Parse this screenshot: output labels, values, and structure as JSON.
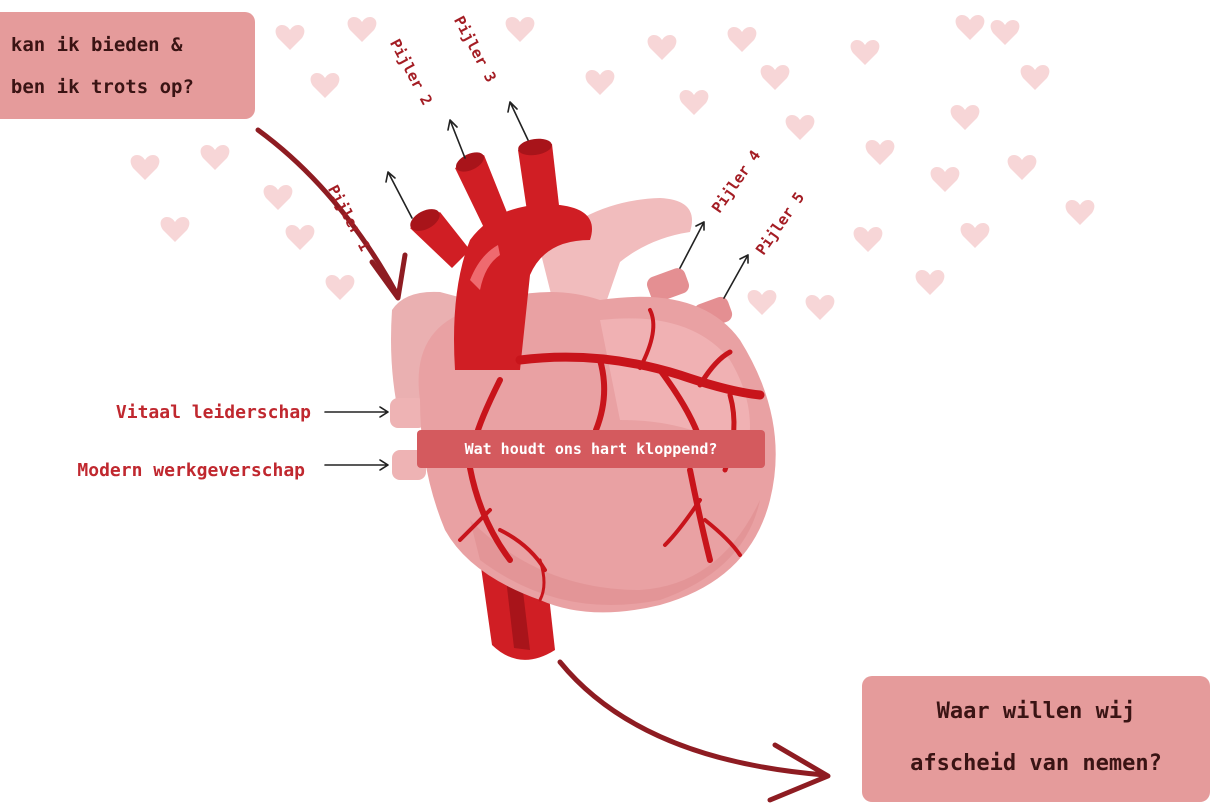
{
  "colors": {
    "artery": "#d01e24",
    "artery_dark": "#a8141a",
    "heart_pink": "#e9a1a3",
    "heart_light": "#f0b9b9",
    "box_bg": "#e59b9b",
    "label_red": "#c0282f",
    "curve_arrow": "#8e1c22",
    "heart_bg_icon": "#f7d6d7"
  },
  "top_left_box": {
    "line1": "t kan ik bieden &",
    "line2": "r ben ik trots op?"
  },
  "center_label": "Wat houdt ons hart kloppend?",
  "left_labels": {
    "vital": "Vitaal leiderschap",
    "modern": "Modern werkgeverschap"
  },
  "pillars": [
    "Pijler 1",
    "Pijler 2",
    "Pijler 3",
    "Pijler 4",
    "Pijler 5"
  ],
  "bottom_right_box": {
    "line1": "Waar willen wij",
    "line2": "afscheid van nemen?"
  }
}
